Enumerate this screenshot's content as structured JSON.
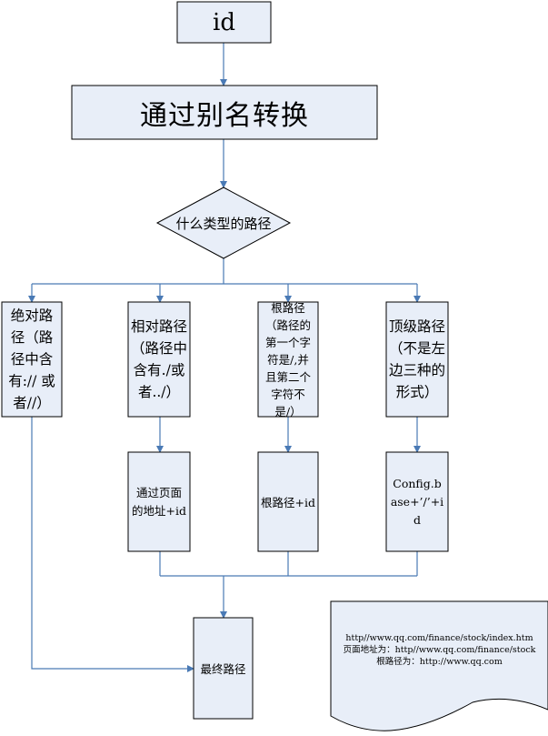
{
  "nodes": {
    "id": "id",
    "alias": "通过别名转换",
    "decision": "什么类型的路径",
    "absolute": "绝对路径（路径中含有:// 或者//）",
    "relative": "相对路径（路径中含有./或者../）",
    "root": "根路径（路径的第一个字符是/,并且第二个字符不是/）",
    "top": "顶级路径（不是左边三种的形式）",
    "relative_result": "通过页面的地址+id",
    "root_result": "根路径+id",
    "top_result": "Config.base+’/’+id",
    "final": "最终路径"
  },
  "note": {
    "line1": "http//www.qq.com/finance/stock/index.htm",
    "line2": "页面地址为：http//www.qq.com/finance/stock",
    "line3": "根路径为：http://www.qq.com"
  },
  "colors": {
    "box_fill": "#e8eef8",
    "line": "#4a7ab5",
    "border": "#000000"
  }
}
